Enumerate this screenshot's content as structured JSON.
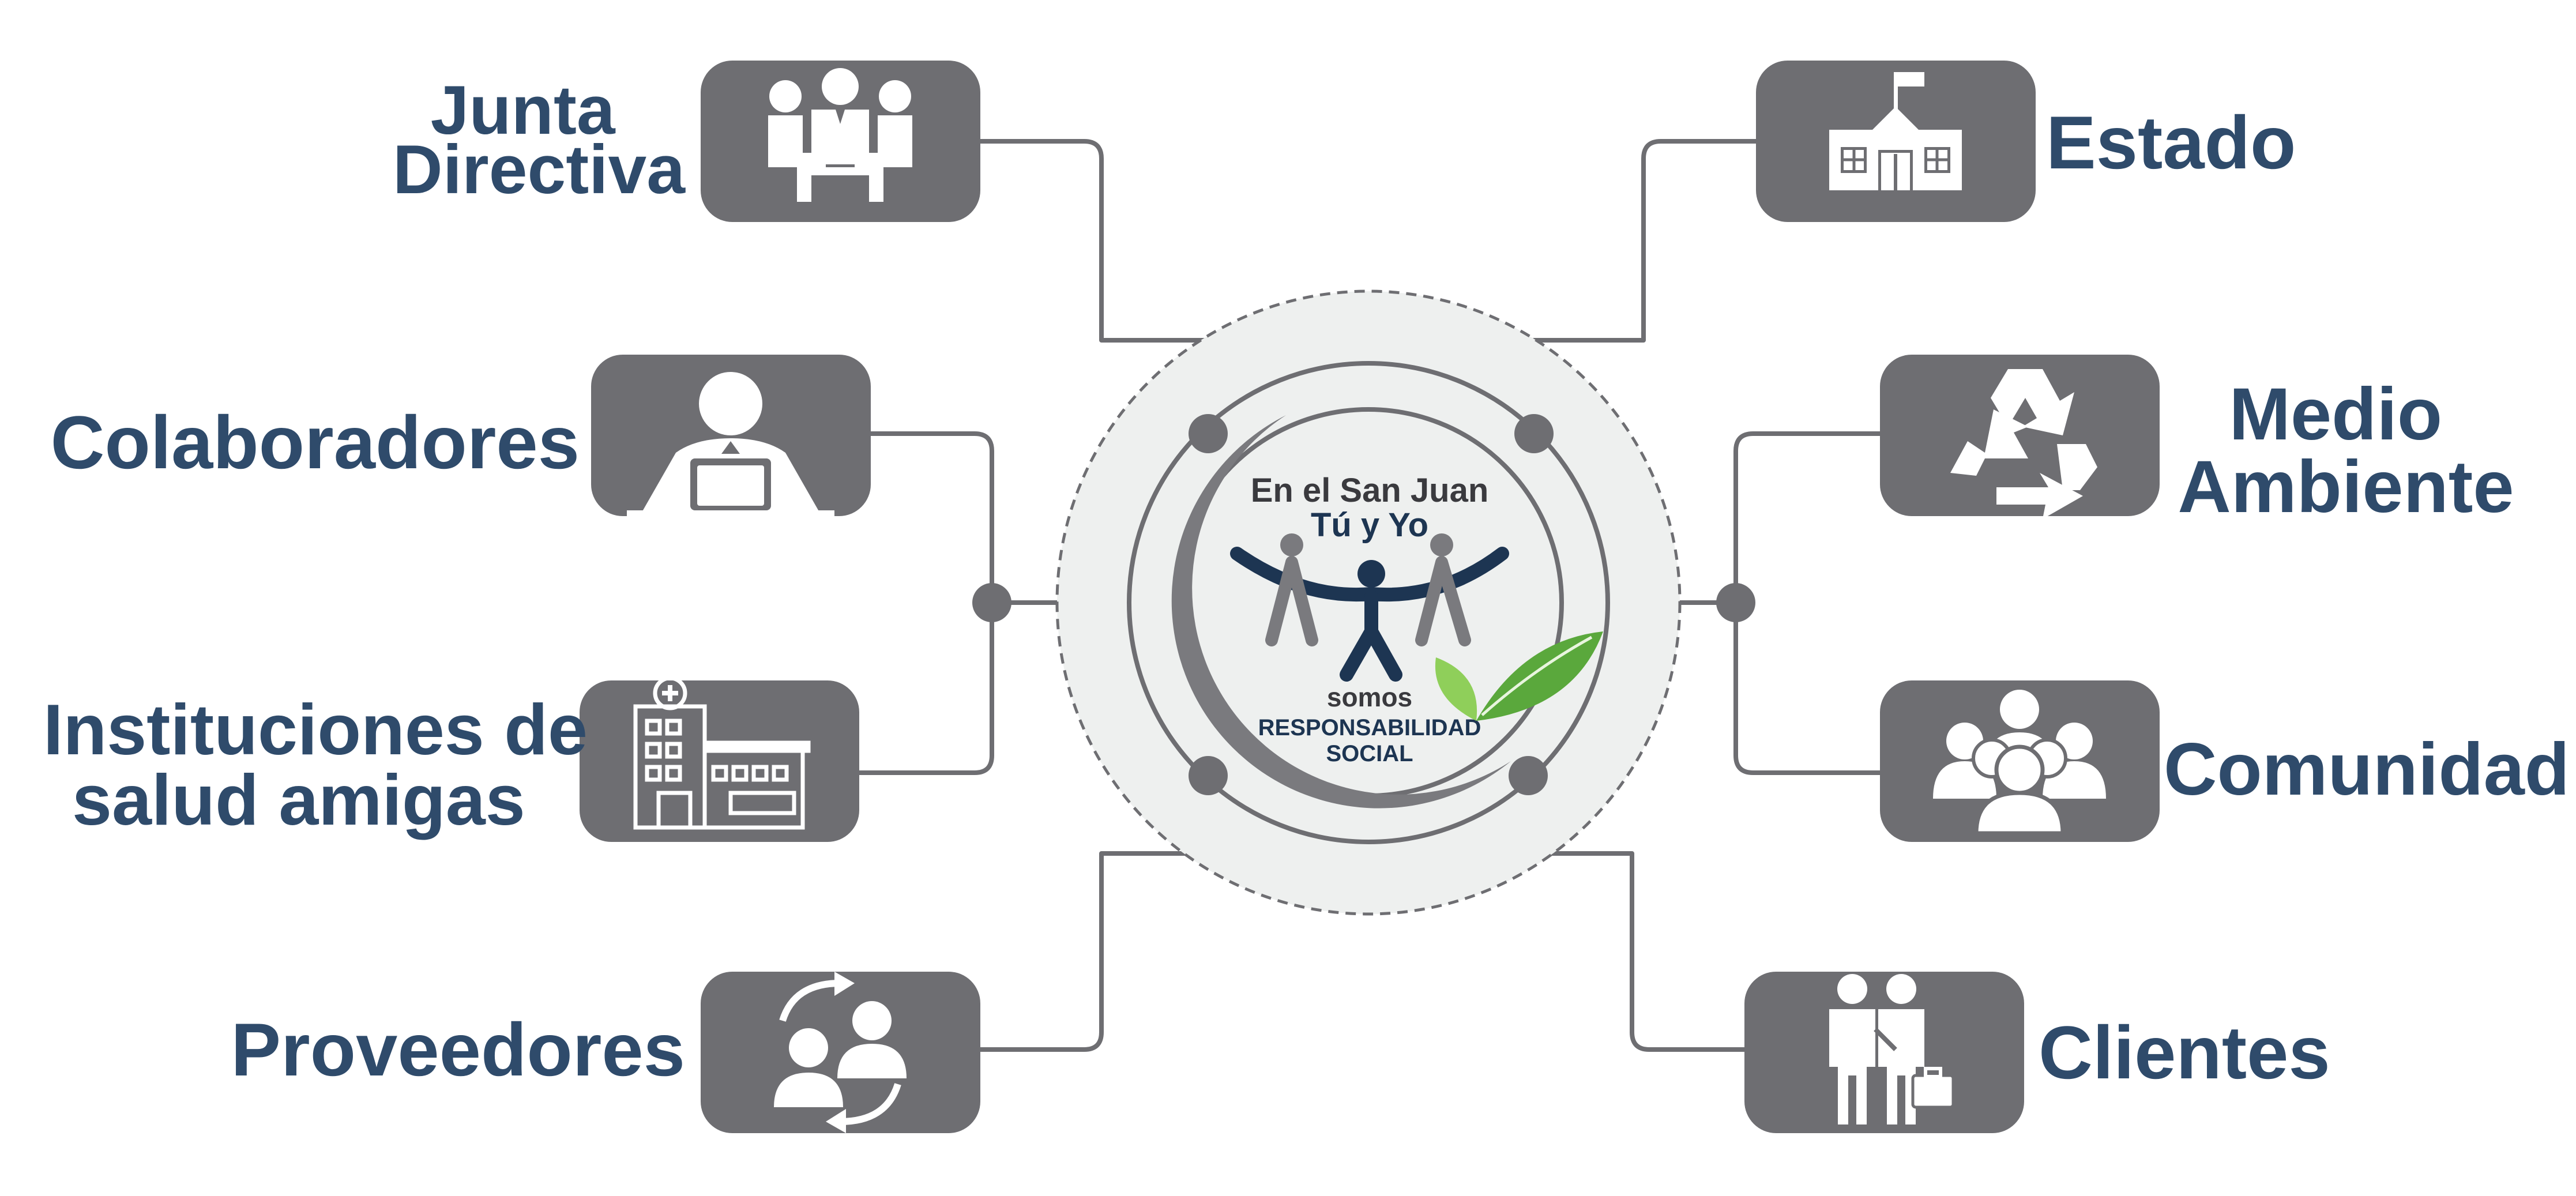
{
  "diagram": {
    "center_logo": {
      "line1": "En el San Juan",
      "line2": "Tú y Yo",
      "line3": "somos",
      "line4": "RESPONSABILIDAD",
      "line5": "SOCIAL"
    },
    "nodes": [
      {
        "id": "junta-directiva",
        "lines": [
          "Junta",
          "Directiva"
        ],
        "icon": "meeting-icon"
      },
      {
        "id": "colaboradores",
        "lines": [
          "Colaboradores"
        ],
        "icon": "laptop-worker-icon"
      },
      {
        "id": "instituciones-salud",
        "lines": [
          "Instituciones de",
          "salud amigas"
        ],
        "icon": "hospital-icon"
      },
      {
        "id": "proveedores",
        "lines": [
          "Proveedores"
        ],
        "icon": "exchange-people-icon"
      },
      {
        "id": "estado",
        "lines": [
          "Estado"
        ],
        "icon": "school-building-icon"
      },
      {
        "id": "medio-ambiente",
        "lines": [
          "Medio",
          "Ambiente"
        ],
        "icon": "recycle-icon"
      },
      {
        "id": "comunidad",
        "lines": [
          "Comunidad"
        ],
        "icon": "community-group-icon"
      },
      {
        "id": "clientes",
        "lines": [
          "Clientes"
        ],
        "icon": "business-people-icon"
      }
    ],
    "colors": {
      "box": "#6e6e72",
      "text": "#2f4b6b",
      "connector": "#6e6e72",
      "center_bg": "#eef0ef",
      "navy": "#1d3552",
      "leaf": "#5aa83c"
    }
  }
}
